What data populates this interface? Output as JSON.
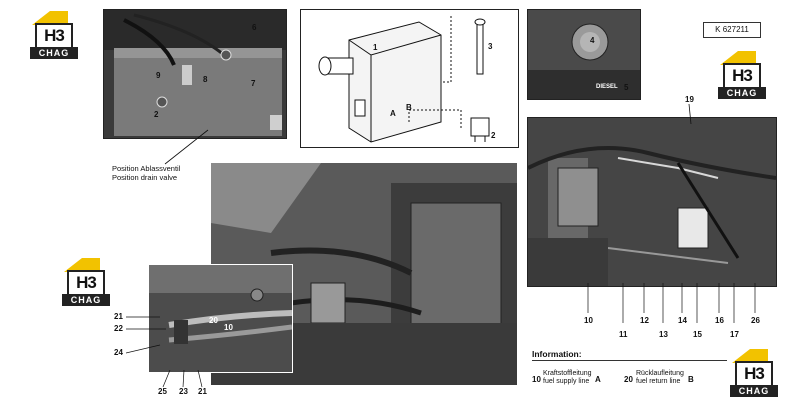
{
  "logos": {
    "top": "H3",
    "bottom": "CHAG"
  },
  "ref_code": "K 627211",
  "top_left_photo": {
    "labels": [
      "6",
      "9",
      "8",
      "7",
      "2"
    ],
    "caption_de": "Position Ablassventil",
    "caption_en": "Position drain valve"
  },
  "diagram": {
    "labels": [
      "1",
      "3",
      "A",
      "B",
      "2"
    ]
  },
  "top_right_photo": {
    "labels": [
      "4",
      "5"
    ],
    "sign_text": "DIESEL"
  },
  "middle_right_photo": {
    "labels_top": [
      "19"
    ],
    "labels_bottom": [
      "10",
      "11",
      "12",
      "13",
      "14",
      "15",
      "16",
      "17",
      "26"
    ]
  },
  "inset_photo": {
    "labels_left": [
      "21",
      "22",
      "24"
    ],
    "labels_inner": [
      "20",
      "10"
    ],
    "labels_bottom": [
      "25",
      "23",
      "21"
    ]
  },
  "information": {
    "title": "Information:",
    "items": [
      {
        "num": "10",
        "de": "Kraftstoffleitung",
        "en": "fuel supply line",
        "letter": "A"
      },
      {
        "num": "20",
        "de": "Rücklaufleitung",
        "en": "fuel return line",
        "letter": "B"
      }
    ]
  }
}
